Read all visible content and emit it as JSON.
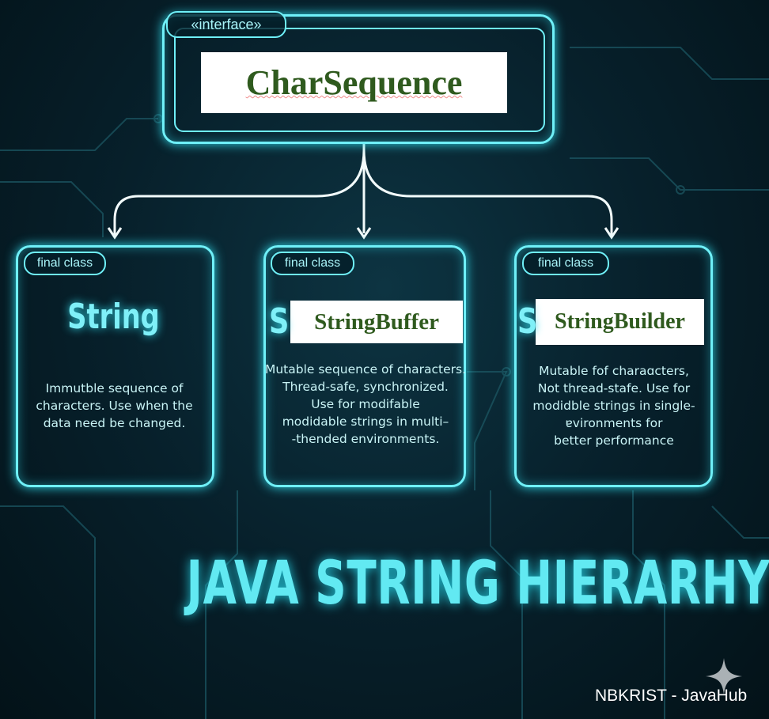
{
  "interface": {
    "stereotype": "«interface»",
    "name": "CharSequence"
  },
  "classes": [
    {
      "tag": "final class",
      "name": "String",
      "description": [
        "Immutble sequence of",
        "characters. Use when the",
        "data need be changed."
      ]
    },
    {
      "tag": "final class",
      "name": "StringBuffer",
      "hidden_initial": "S",
      "description": [
        "Mutable sequence of characters.",
        "Thread-safe, synchronized.",
        "Use for modifable",
        "modidable strings in multi–",
        "-thended environments."
      ]
    },
    {
      "tag": "final class",
      "name": "StringBuilder",
      "hidden_initial": "S",
      "description": [
        "Mutable fof charaɑcters,",
        "Not thread-stafe. Use for",
        "modidble strings in single-",
        "ɐvironments for",
        "better performance"
      ]
    }
  ],
  "title": "JAVA STRING HIERARHY",
  "footer": "NBKRIST - JavaHub",
  "colors": {
    "accent": "#6ff0f8",
    "background": "#07202b",
    "label_text": "#2f5a1e"
  }
}
